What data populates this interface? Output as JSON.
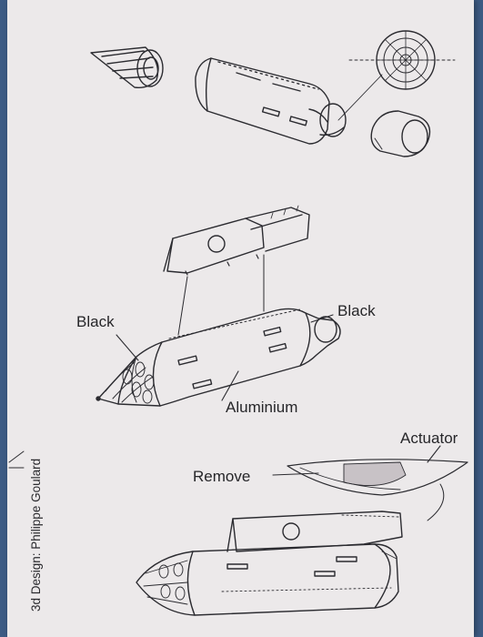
{
  "labels": {
    "black_nose": "Black",
    "black_exhaust": "Black",
    "aluminium": "Aluminium",
    "actuator": "Actuator",
    "remove": "Remove"
  },
  "credit": "3d Design: Philippe Goulard",
  "colors": {
    "background": "#3d5b84",
    "paper": "#ece9ea",
    "ink": "#2b2b30",
    "highlight": "#c8c2c6"
  }
}
